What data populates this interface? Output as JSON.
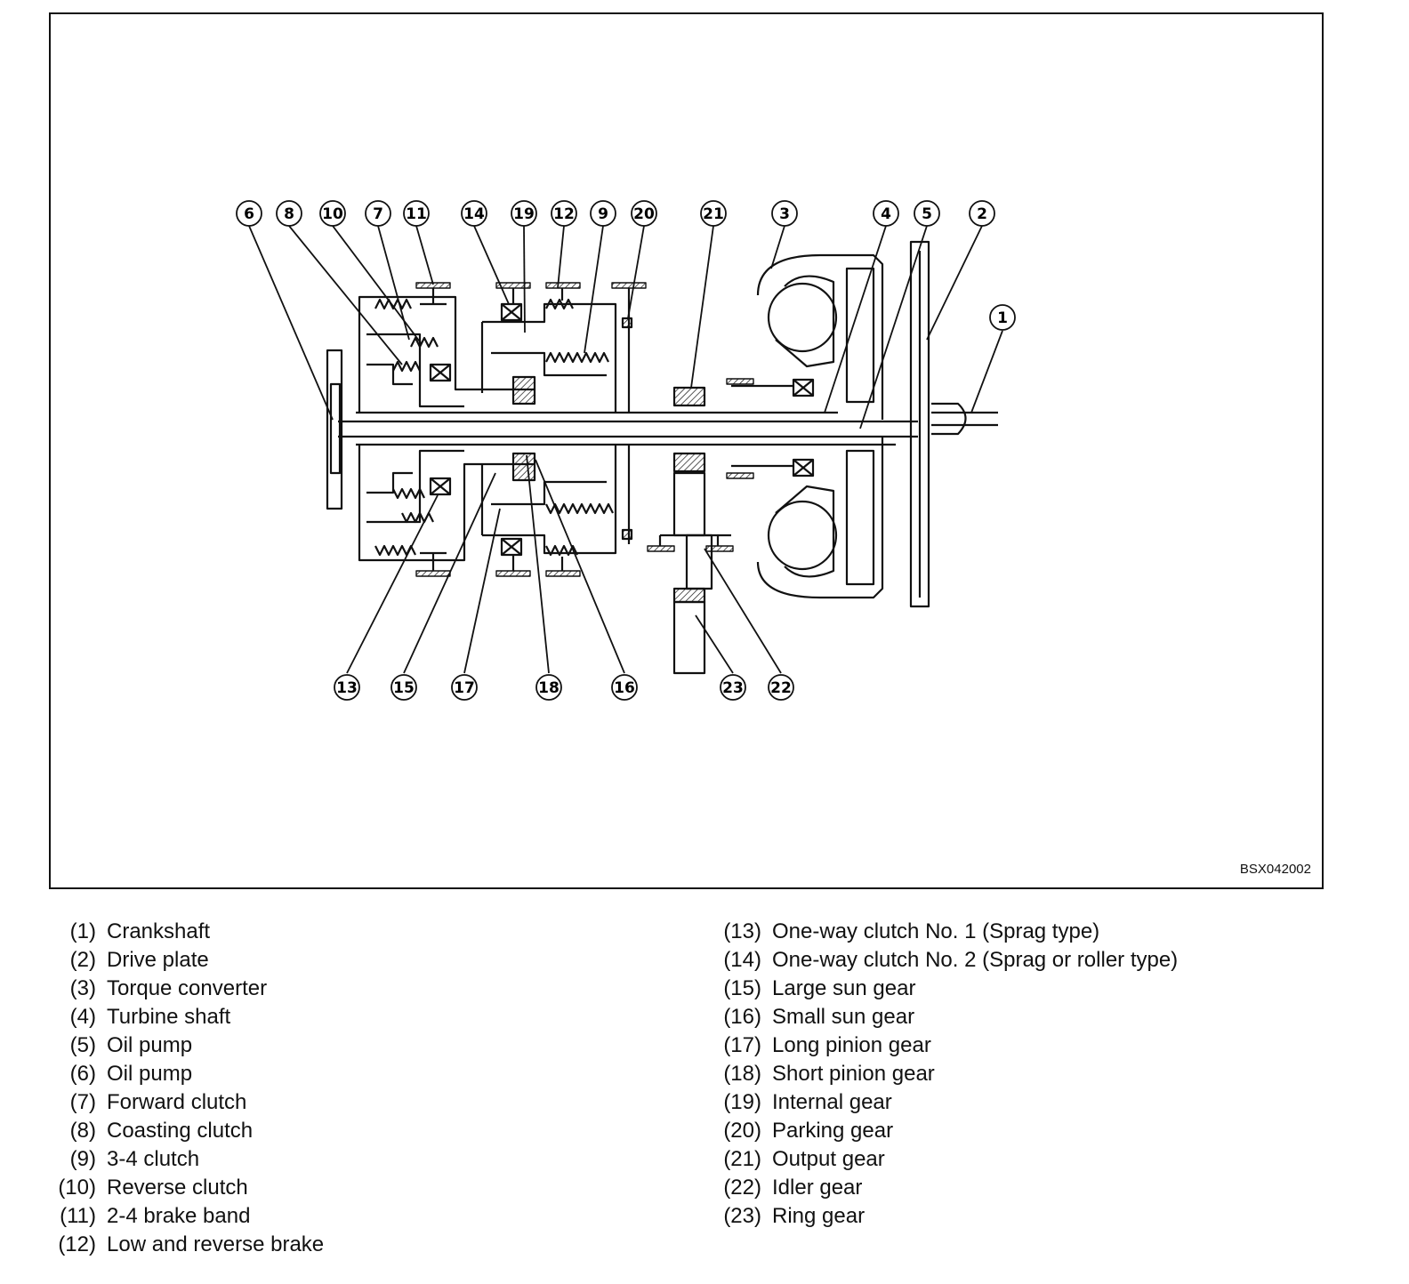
{
  "figure": {
    "code": "BSX042002",
    "callouts": [
      "6",
      "8",
      "10",
      "7",
      "11",
      "14",
      "19",
      "12",
      "9",
      "20",
      "21",
      "3",
      "4",
      "5",
      "2",
      "1",
      "13",
      "15",
      "17",
      "18",
      "16",
      "23",
      "22"
    ]
  },
  "legend": {
    "left": [
      {
        "num": "(1)",
        "label": "Crankshaft"
      },
      {
        "num": "(2)",
        "label": "Drive plate"
      },
      {
        "num": "(3)",
        "label": "Torque converter"
      },
      {
        "num": "(4)",
        "label": "Turbine shaft"
      },
      {
        "num": "(5)",
        "label": "Oil pump"
      },
      {
        "num": "(6)",
        "label": "Oil pump"
      },
      {
        "num": "(7)",
        "label": "Forward clutch"
      },
      {
        "num": "(8)",
        "label": "Coasting clutch"
      },
      {
        "num": "(9)",
        "label": "3-4 clutch"
      },
      {
        "num": "(10)",
        "label": "Reverse clutch"
      },
      {
        "num": "(11)",
        "label": "2-4 brake band"
      },
      {
        "num": "(12)",
        "label": "Low and reverse brake"
      }
    ],
    "right": [
      {
        "num": "(13)",
        "label": "One-way clutch No. 1 (Sprag type)"
      },
      {
        "num": "(14)",
        "label": "One-way clutch No. 2 (Sprag or roller type)"
      },
      {
        "num": "(15)",
        "label": "Large sun gear"
      },
      {
        "num": "(16)",
        "label": "Small sun gear"
      },
      {
        "num": "(17)",
        "label": "Long pinion gear"
      },
      {
        "num": "(18)",
        "label": "Short pinion gear"
      },
      {
        "num": "(19)",
        "label": "Internal gear"
      },
      {
        "num": "(20)",
        "label": "Parking gear"
      },
      {
        "num": "(21)",
        "label": "Output gear"
      },
      {
        "num": "(22)",
        "label": "Idler gear"
      },
      {
        "num": "(23)",
        "label": "Ring gear"
      }
    ]
  }
}
